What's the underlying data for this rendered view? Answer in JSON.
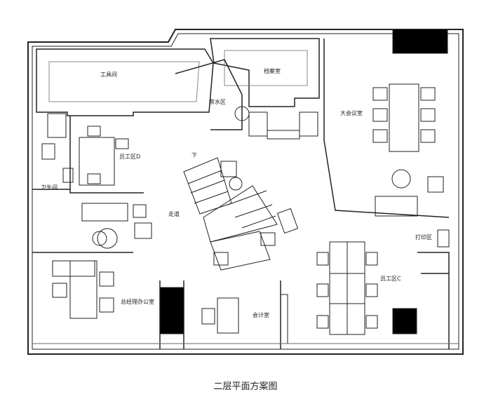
{
  "title": "二层平面方案图",
  "rooms": {
    "tool_room": "工具间",
    "archive": "档案室",
    "tea_area": "茶水区",
    "big_meeting": "大会议室",
    "staff_d": "员工区D",
    "down": "下",
    "toilet": "卫生间",
    "corridor": "走道",
    "print_area": "打印区",
    "staff_c": "员工区C",
    "gm_office": "总经理办公室",
    "accounting": "会计室"
  }
}
